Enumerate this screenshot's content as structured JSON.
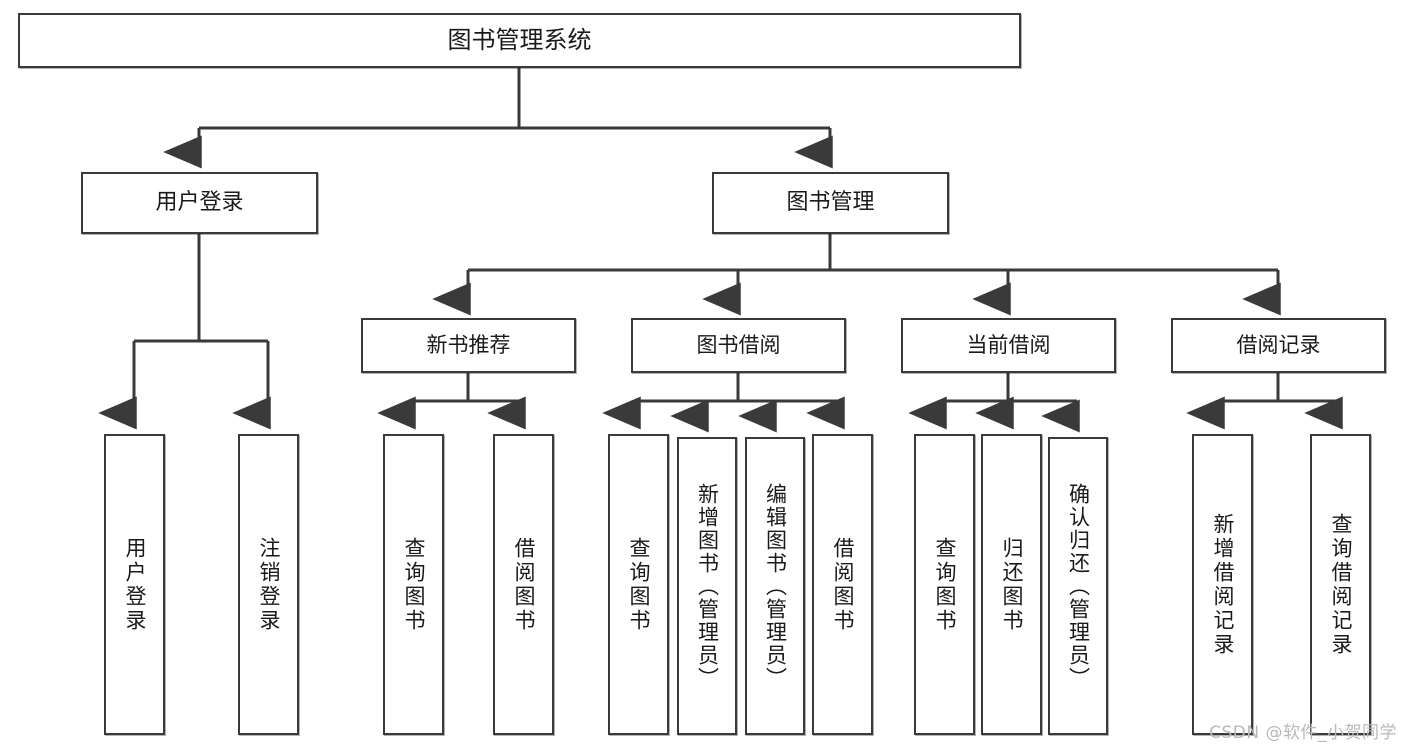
{
  "diagram": {
    "type": "tree-hierarchy-chart",
    "title": "图书管理系统",
    "watermark": "CSDN @软件_小贺同学",
    "colors": {
      "box_border": "#3a3a3a",
      "box_fill": "#ffffff",
      "connector": "#3a3a3a",
      "text": "#1a1a1a",
      "watermark": "#b9b9b9",
      "background": "#ffffff"
    },
    "root": {
      "id": "root",
      "label": "图书管理系统"
    },
    "level1": [
      {
        "id": "user-login",
        "label": "用户登录"
      },
      {
        "id": "book-manage",
        "label": "图书管理"
      }
    ],
    "level2": [
      {
        "id": "new-book-recommend",
        "label": "新书推荐",
        "parent": "book-manage"
      },
      {
        "id": "book-borrow",
        "label": "图书借阅",
        "parent": "book-manage"
      },
      {
        "id": "current-borrow",
        "label": "当前借阅",
        "parent": "book-manage"
      },
      {
        "id": "borrow-record",
        "label": "借阅记录",
        "parent": "book-manage"
      }
    ],
    "leaves": {
      "user_login": [
        {
          "id": "leaf-user-login",
          "label": "用户登录"
        },
        {
          "id": "leaf-user-logout",
          "label": "注销登录"
        }
      ],
      "new_book_recommend": [
        {
          "id": "leaf-query-book-1",
          "label": "查询图书"
        },
        {
          "id": "leaf-borrow-book-1",
          "label": "借阅图书"
        }
      ],
      "book_borrow": [
        {
          "id": "leaf-query-book-2",
          "label": "查询图书"
        },
        {
          "id": "leaf-add-book-admin",
          "label": "新增图书（管理员）"
        },
        {
          "id": "leaf-edit-book-admin",
          "label": "编辑图书（管理员）"
        },
        {
          "id": "leaf-borrow-book-2",
          "label": "借阅图书"
        }
      ],
      "current_borrow": [
        {
          "id": "leaf-query-book-3",
          "label": "查询图书"
        },
        {
          "id": "leaf-return-book",
          "label": "归还图书"
        },
        {
          "id": "leaf-confirm-return-admin",
          "label": "确认归还（管理员）"
        }
      ],
      "borrow_record": [
        {
          "id": "leaf-add-borrow-record",
          "label": "新增借阅记录"
        },
        {
          "id": "leaf-query-borrow-record",
          "label": "查询借阅记录"
        }
      ]
    }
  }
}
